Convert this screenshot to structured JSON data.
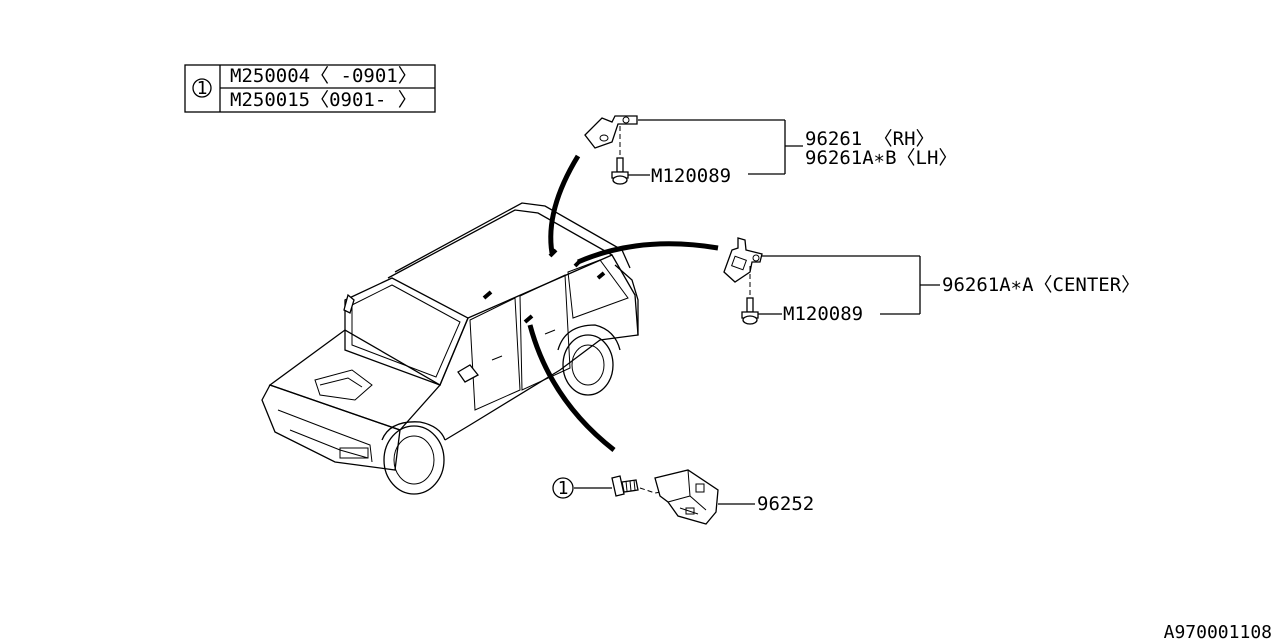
{
  "legend": {
    "index": "1",
    "rows": [
      "M250004〈 -0901〉",
      "M250015〈0901- 〉"
    ]
  },
  "labels": {
    "rh": "96261 〈RH〉",
    "lh": "96261A∗B〈LH〉",
    "bolt_rh": "M120089",
    "center": "96261A∗A〈CENTER〉",
    "bolt_center": "M120089",
    "part_bottom": "96252",
    "callout_bottom": "1"
  },
  "diagram_code": "A970001108",
  "icons": [
    "vehicle-outline",
    "bracket",
    "bolt",
    "clip"
  ]
}
